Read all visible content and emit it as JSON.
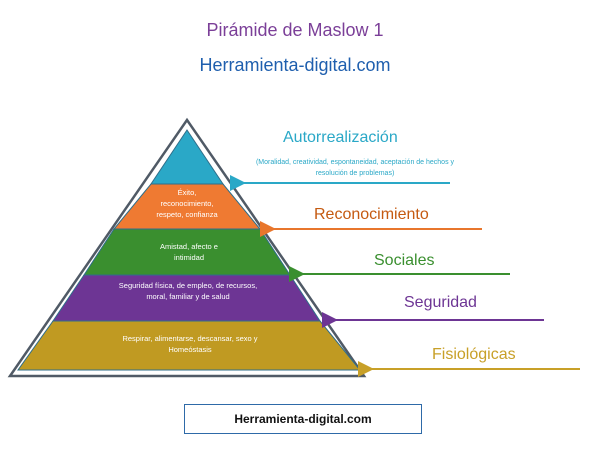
{
  "header": {
    "title": "Pirámide de Maslow 1",
    "subtitle": "Herramienta-digital.com"
  },
  "levels": [
    {
      "key": "autorrealizacion",
      "label": "Autorrealización",
      "description": "(Moralidad, creatividad, espontaneidad, aceptación de hechos y resolución de problemas)",
      "tier_text": "",
      "color": "#2aa8c7"
    },
    {
      "key": "reconocimiento",
      "label": "Reconocimiento",
      "tier_text": "Éxito, reconocimiento, respeto, confianza",
      "color": "#e8762c"
    },
    {
      "key": "sociales",
      "label": "Sociales",
      "tier_text": "Amistad, afecto e intimidad",
      "color": "#3a8f2f"
    },
    {
      "key": "seguridad",
      "label": "Seguridad",
      "tier_text": "Seguridad física, de empleo, de recursos, moral, familiar y de salud",
      "color": "#6d3594"
    },
    {
      "key": "fisiologicas",
      "label": "Fisiológicas",
      "tier_text": "Respirar, alimentarse, descansar, sexo y Homeóstasis",
      "color": "#c8a028"
    }
  ],
  "footer": {
    "source_label": "Herramienta-digital.com"
  }
}
